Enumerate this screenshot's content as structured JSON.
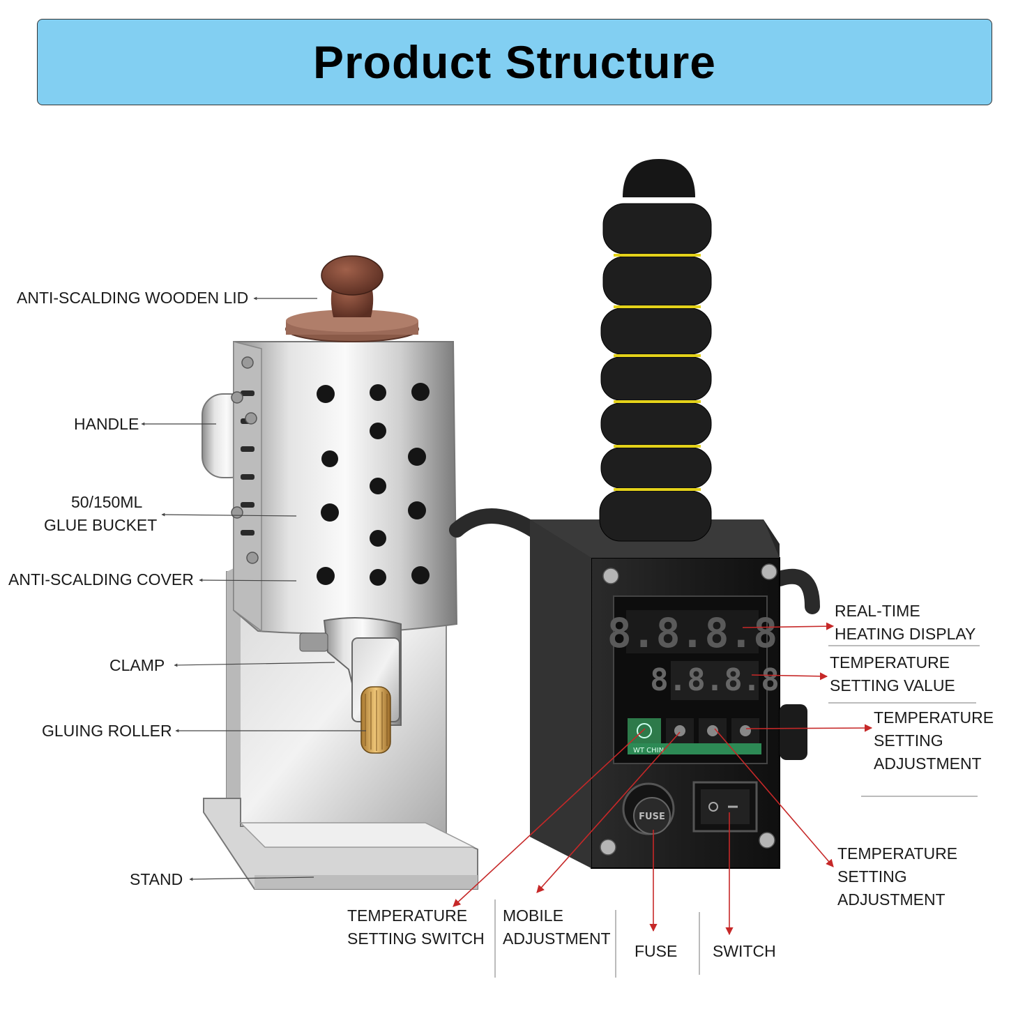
{
  "title": "Product Structure",
  "colors": {
    "banner": "#82cff2",
    "arrow_red": "#c62828",
    "leader": "#444444"
  },
  "labels": {
    "wooden_lid": "ANTI-SCALDING WOODEN LID",
    "handle": "HANDLE",
    "glue_bucket_1": "50/150ML",
    "glue_bucket_2": "GLUE BUCKET",
    "cover": "ANTI-SCALDING COVER",
    "clamp": "CLAMP",
    "gluing_roller": "GLUING ROLLER",
    "stand": "STAND",
    "realtime_1": "REAL-TIME",
    "realtime_2": "HEATING DISPLAY",
    "setting_value_1": "TEMPERATURE",
    "setting_value_2": "SETTING VALUE",
    "adjust_a_1": "TEMPERATURE",
    "adjust_a_2": "SETTING",
    "adjust_a_3": "ADJUSTMENT",
    "adjust_b_1": "TEMPERATURE",
    "adjust_b_2": "SETTING",
    "adjust_b_3": "ADJUSTMENT",
    "switch_temp_1": "TEMPERATURE",
    "switch_temp_2": "SETTING SWITCH",
    "mobile_1": "MOBILE",
    "mobile_2": "ADJUSTMENT",
    "fuse": "FUSE",
    "switch": "SWITCH"
  },
  "device": {
    "display_top": "8.8.8.8",
    "display_bottom": "8.8.8.8",
    "panel_strip": "WT CHIN",
    "fuse_cap": "FUSE"
  }
}
